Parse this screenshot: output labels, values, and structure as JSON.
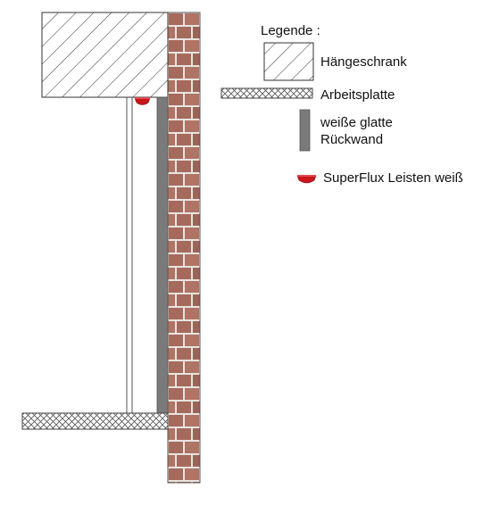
{
  "legend": {
    "title": "Legende :",
    "items": {
      "cabinet": {
        "label": "Hängeschrank",
        "icon": "diagonal-hatch-swatch-icon"
      },
      "worktop": {
        "label": "Arbeitsplatte",
        "icon": "crosshatch-swatch-icon"
      },
      "backwall": {
        "label_line1": "weiße glatte",
        "label_line2": "Rückwand",
        "icon": "grey-panel-swatch-icon"
      },
      "strip": {
        "label": "SuperFlux Leisten weiß",
        "icon": "red-led-strip-icon"
      }
    }
  },
  "colors": {
    "brick": "#a56a5c",
    "brick_light": "#b9857a",
    "mortar": "#e8e3e0",
    "backwall": "#7a7a7a",
    "led_red": "#c8161d",
    "outline": "#444444"
  }
}
